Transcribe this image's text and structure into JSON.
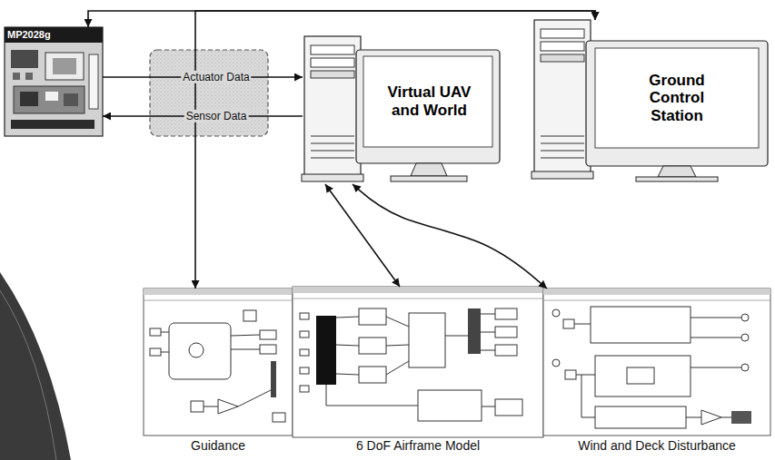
{
  "diagram": {
    "nodes": [
      {
        "text": [
          "MP2028g"
        ]
      },
      {
        "text": [
          "Virtual UAV and World"
        ]
      },
      {
        "text": [
          "Ground Control Station"
        ]
      },
      {
        "text": [
          "Guidance"
        ]
      },
      {
        "text": [
          "6 DoF Airframe Model"
        ]
      },
      {
        "text": [
          "Wind and Deck Disturbance"
        ]
      }
    ],
    "edges": [
      {
        "from": 0,
        "to": 1,
        "label": "Actuator Data",
        "arrow": "to"
      },
      {
        "from": 1,
        "to": 0,
        "label": "Sensor Data",
        "arrow": "to"
      },
      {
        "from": 0,
        "to": 2,
        "arrow": "both"
      },
      {
        "from": 3,
        "to": 2,
        "arrow": "both"
      },
      {
        "from": 1,
        "to": 4,
        "arrow": "both"
      },
      {
        "from": 1,
        "to": 5,
        "arrow": "both"
      }
    ]
  }
}
